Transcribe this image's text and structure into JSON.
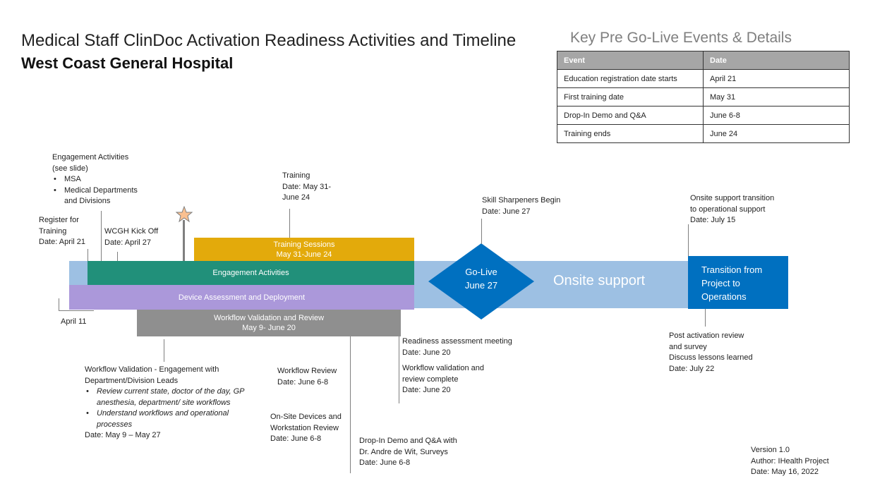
{
  "header": {
    "title": "Medical Staff ClinDoc Activation Readiness Activities and Timeline",
    "subtitle": "West Coast General Hospital"
  },
  "events_table": {
    "heading": "Key Pre Go-Live Events & Details",
    "columns": [
      "Event",
      "Date"
    ],
    "rows": [
      [
        "Education registration date starts",
        "April 21"
      ],
      [
        "First training date",
        "May 31"
      ],
      [
        "Drop-In Demo and Q&A",
        "June 6-8"
      ],
      [
        "Training ends",
        "June 24"
      ]
    ]
  },
  "bars": {
    "training": [
      "Training Sessions",
      "May 31-June 24"
    ],
    "engagement": "Engagement Activities",
    "device": "Device Assessment and Deployment",
    "workflow": [
      "Workflow Validation and Review",
      "May 9- June 20"
    ],
    "golive": [
      "Go-Live",
      "June 27"
    ],
    "onsite": "Onsite support",
    "transition": [
      "Transition from",
      "Project to",
      "Operations"
    ]
  },
  "annotations": {
    "engagement": {
      "lines": [
        "Engagement Activities",
        "(see slide)"
      ],
      "bullets": [
        "MSA",
        "Medical Departments",
        "and Divisions"
      ]
    },
    "register": [
      "Register for",
      "Training",
      "Date: April 21"
    ],
    "kickoff": [
      "WCGH Kick Off",
      "Date: April 27"
    ],
    "training": [
      "Training",
      "Date: May 31-",
      "June 24"
    ],
    "april11": "April 11",
    "skill": [
      "Skill Sharpeners Begin",
      "Date: June 27"
    ],
    "onsite_transition": [
      "Onsite support transition",
      "to operational support",
      "Date: July 15"
    ],
    "post": [
      "Post activation review",
      "and survey",
      "Discuss lessons learned",
      "Date: July 22"
    ],
    "wf_validation": {
      "lines": [
        "Workflow Validation - Engagement with",
        "Department/Division Leads"
      ],
      "bullets": [
        "Review current state, doctor of the day, GP",
        "anesthesia, department/ site workflows",
        "Understand workflows and operational",
        "processes"
      ],
      "date": "Date: May 9 – May 27"
    },
    "wf_review": [
      "Workflow Review",
      "Date: June 6-8"
    ],
    "onsite_devices": [
      "On-Site Devices and",
      "Workstation Review",
      "Date: June 6-8"
    ],
    "dropin": [
      "Drop-In Demo and Q&A with",
      "Dr. Andre de Wit, Surveys",
      "Date: June 6-8"
    ],
    "readiness": [
      "Readiness assessment meeting",
      "Date: June 20"
    ],
    "wf_complete": [
      "Workflow validation and",
      "review complete",
      "Date: June 20"
    ]
  },
  "footer": [
    "Version 1.0",
    "Author: IHealth Project",
    "Date: May 16, 2022"
  ],
  "colors": {
    "band": "#9dc0e3",
    "training": "#e3aa0b",
    "engagement": "#21907a",
    "device": "#ab98da",
    "workflow": "#8f8f8f",
    "blue": "#0070c0"
  }
}
